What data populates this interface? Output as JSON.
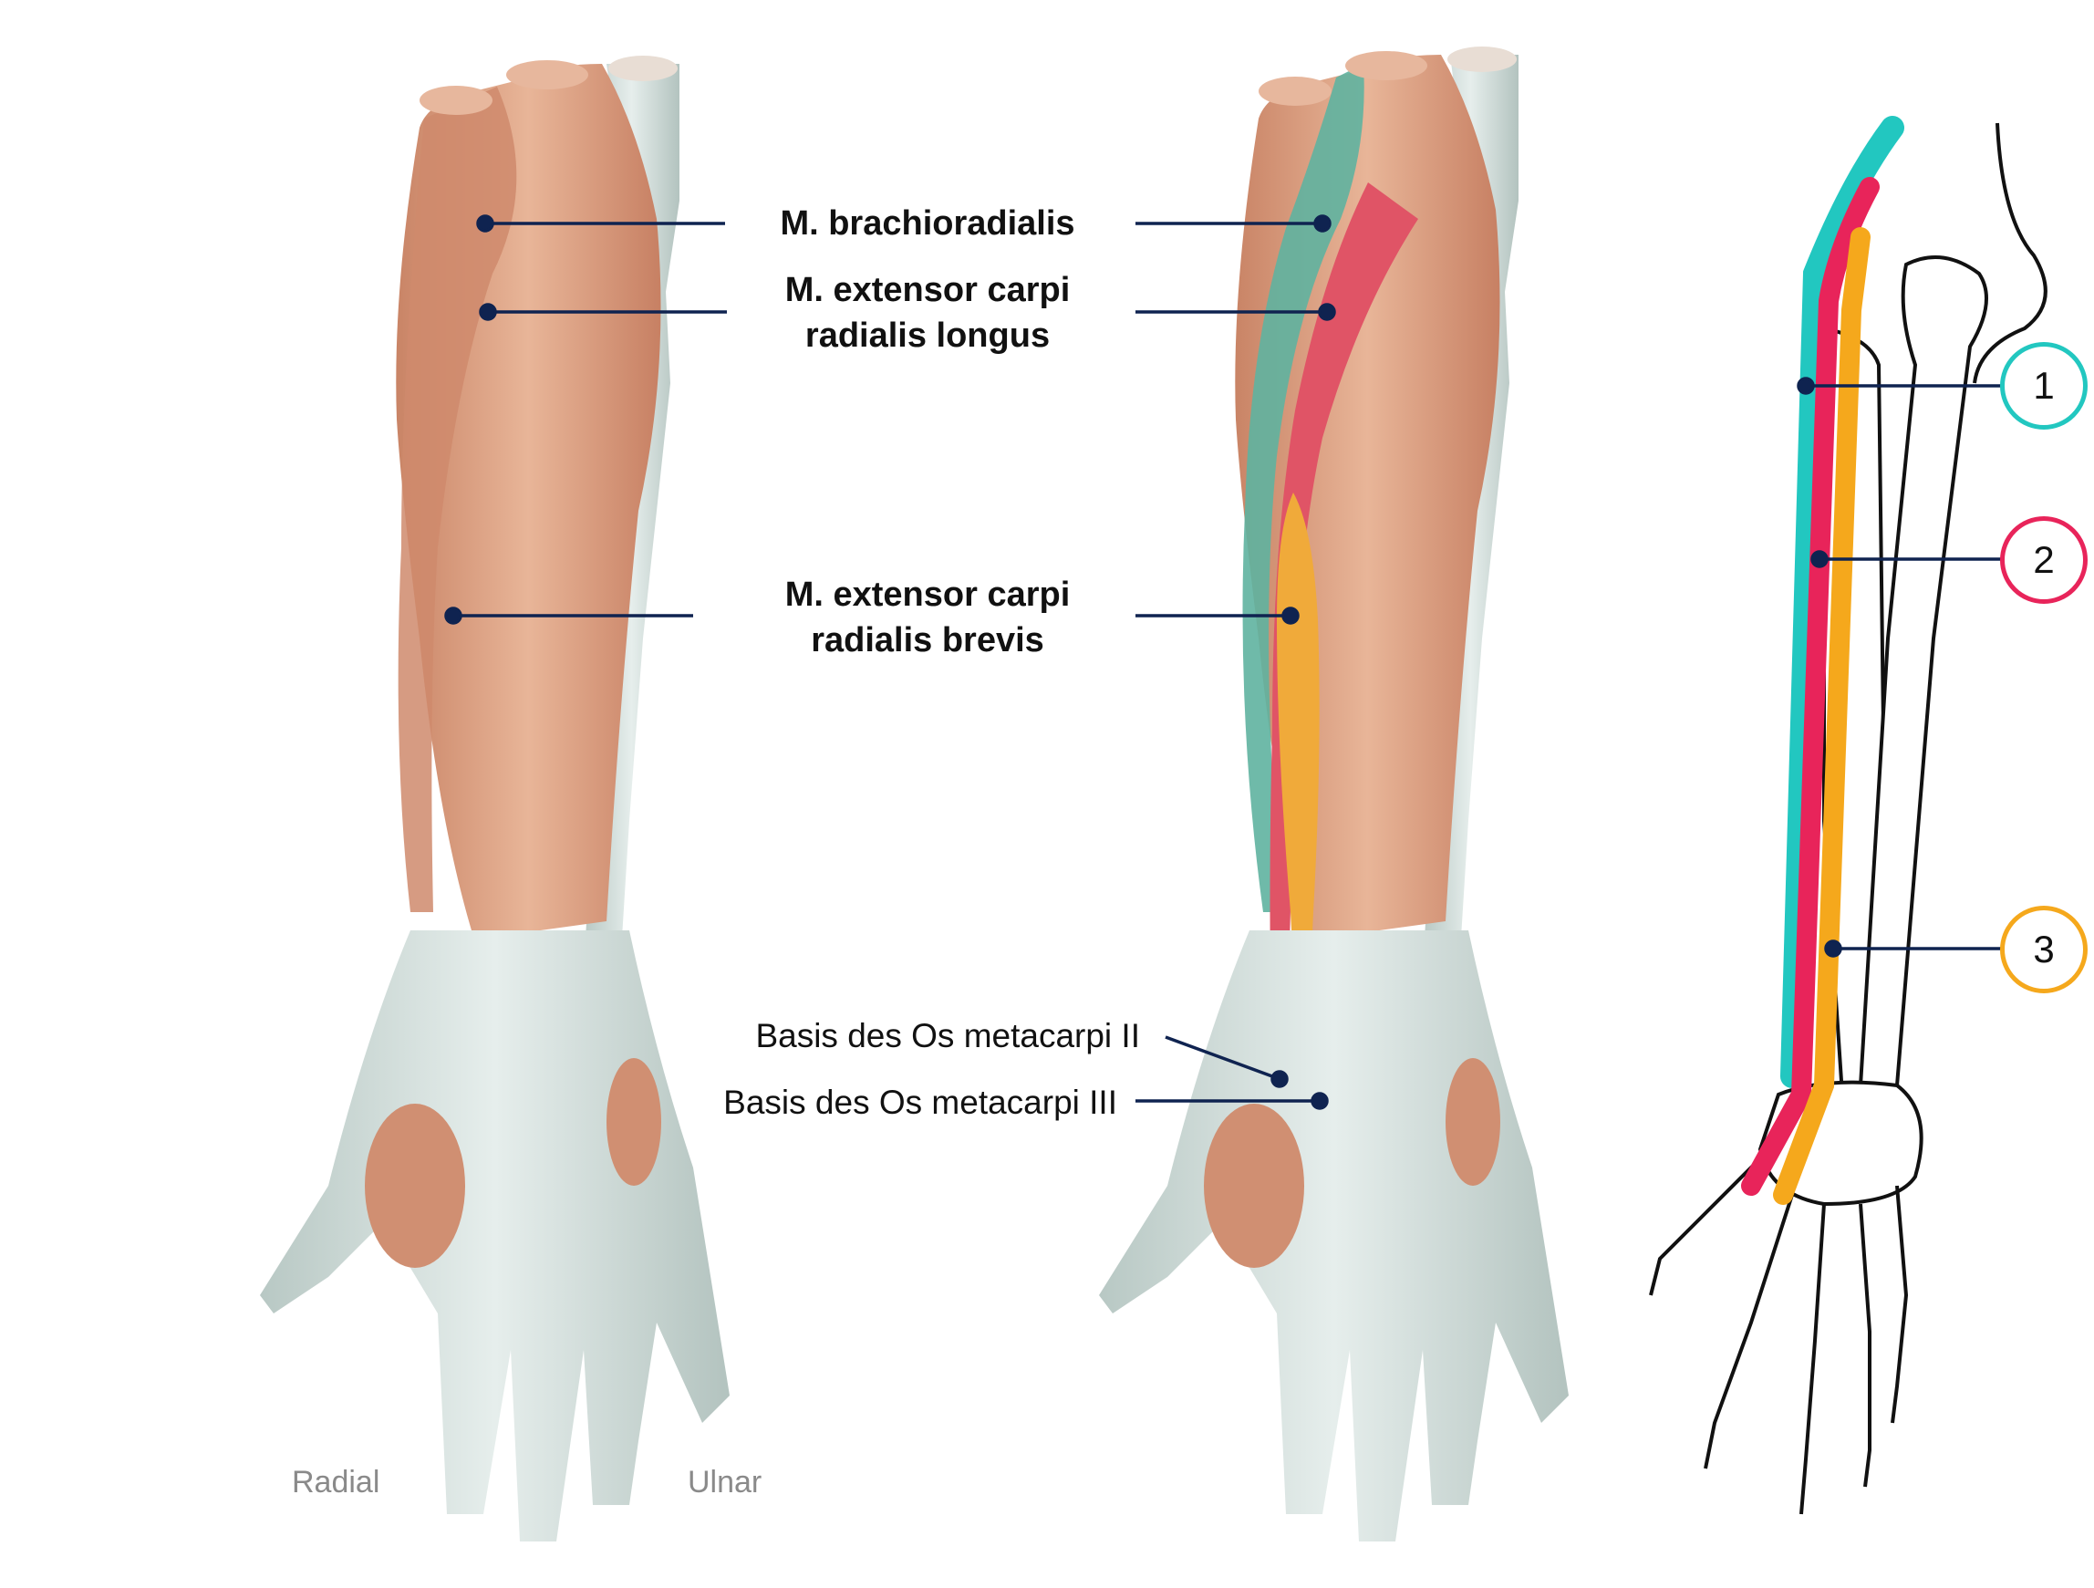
{
  "labels": {
    "brachioradialis": "M. brachioradialis",
    "ecrl_line1": "M. extensor carpi",
    "ecrl_line2": "radialis longus",
    "ecrb_line1": "M. extensor carpi",
    "ecrb_line2": "radialis brevis",
    "basis_mc2": "Basis des Os metacarpi II",
    "basis_mc3": "Basis des Os metacarpi III",
    "radial": "Radial",
    "ulnar": "Ulnar"
  },
  "markers": {
    "m1": "1",
    "m2": "2",
    "m3": "3"
  },
  "colors": {
    "brachioradialis": "#22c7c0",
    "ecrl": "#e8245a",
    "ecrb": "#f5a81c",
    "leader_line": "#0f2350",
    "muscle": "#d79a7d",
    "tendon": "#c9d6d3"
  }
}
